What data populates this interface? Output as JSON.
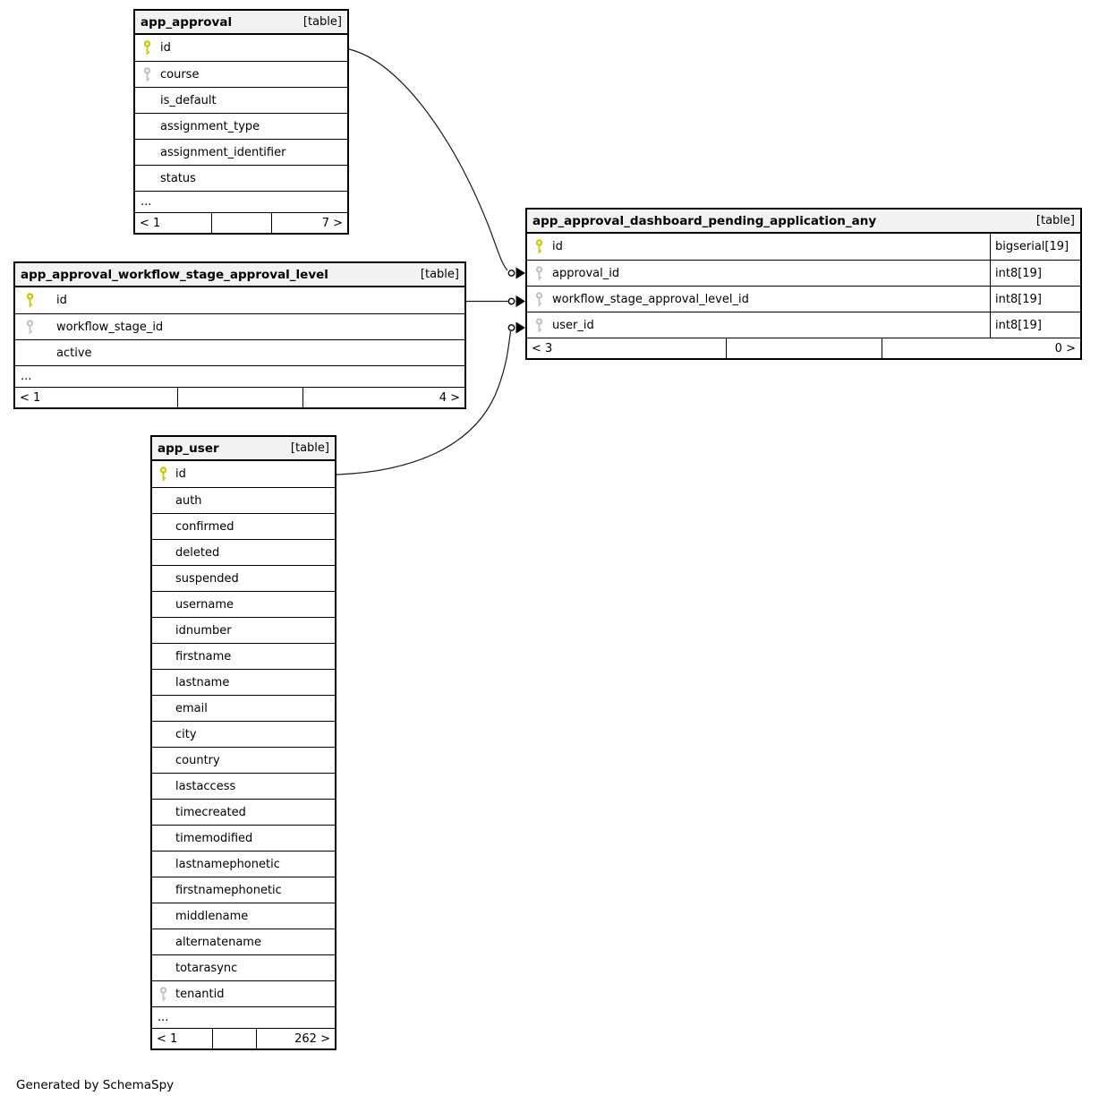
{
  "diagram": {
    "credit": "Generated by SchemaSpy"
  },
  "colors": {
    "pk_key": "#c9c900",
    "fk_key": "#c3c3c3",
    "header_bg": "#f2f2f2",
    "border": "#000000",
    "connector": "#1a1a1a"
  },
  "tables": [
    {
      "id": "app_approval",
      "title": "app_approval",
      "tag": "[table]",
      "columns": [
        {
          "name": "id",
          "key": "pk"
        },
        {
          "name": "course",
          "key": "fk"
        },
        {
          "name": "is_default"
        },
        {
          "name": "assignment_type"
        },
        {
          "name": "assignment_identifier"
        },
        {
          "name": "status"
        }
      ],
      "more": "...",
      "footer": {
        "left": "< 1",
        "right": "7 >"
      }
    },
    {
      "id": "app_approval_workflow_stage_approval_level",
      "title": "app_approval_workflow_stage_approval_level",
      "tag": "[table]",
      "columns": [
        {
          "name": "id",
          "key": "pk"
        },
        {
          "name": "workflow_stage_id",
          "key": "fk"
        },
        {
          "name": "active"
        }
      ],
      "more": "...",
      "footer": {
        "left": "< 1",
        "right": "4 >"
      }
    },
    {
      "id": "app_user",
      "title": "app_user",
      "tag": "[table]",
      "columns": [
        {
          "name": "id",
          "key": "pk"
        },
        {
          "name": "auth"
        },
        {
          "name": "confirmed"
        },
        {
          "name": "deleted"
        },
        {
          "name": "suspended"
        },
        {
          "name": "username"
        },
        {
          "name": "idnumber"
        },
        {
          "name": "firstname"
        },
        {
          "name": "lastname"
        },
        {
          "name": "email"
        },
        {
          "name": "city"
        },
        {
          "name": "country"
        },
        {
          "name": "lastaccess"
        },
        {
          "name": "timecreated"
        },
        {
          "name": "timemodified"
        },
        {
          "name": "lastnamephonetic"
        },
        {
          "name": "firstnamephonetic"
        },
        {
          "name": "middlename"
        },
        {
          "name": "alternatename"
        },
        {
          "name": "totarasync"
        },
        {
          "name": "tenantid",
          "key": "fk"
        }
      ],
      "more": "...",
      "footer": {
        "left": "< 1",
        "right": "262 >"
      }
    },
    {
      "id": "app_approval_dashboard_pending_application_any",
      "title": "app_approval_dashboard_pending_application_any",
      "tag": "[table]",
      "columns": [
        {
          "name": "id",
          "key": "pk",
          "type": "bigserial[19]"
        },
        {
          "name": "approval_id",
          "key": "fk",
          "type": "int8[19]"
        },
        {
          "name": "workflow_stage_approval_level_id",
          "key": "fk",
          "type": "int8[19]"
        },
        {
          "name": "user_id",
          "key": "fk",
          "type": "int8[19]"
        }
      ],
      "footer": {
        "left": "< 3",
        "right": "0 >"
      }
    }
  ],
  "relationships": [
    {
      "from": "app_approval.id",
      "to": "app_approval_dashboard_pending_application_any.approval_id"
    },
    {
      "from": "app_approval_workflow_stage_approval_level.id",
      "to": "app_approval_dashboard_pending_application_any.workflow_stage_approval_level_id"
    },
    {
      "from": "app_user.id",
      "to": "app_approval_dashboard_pending_application_any.user_id"
    }
  ]
}
